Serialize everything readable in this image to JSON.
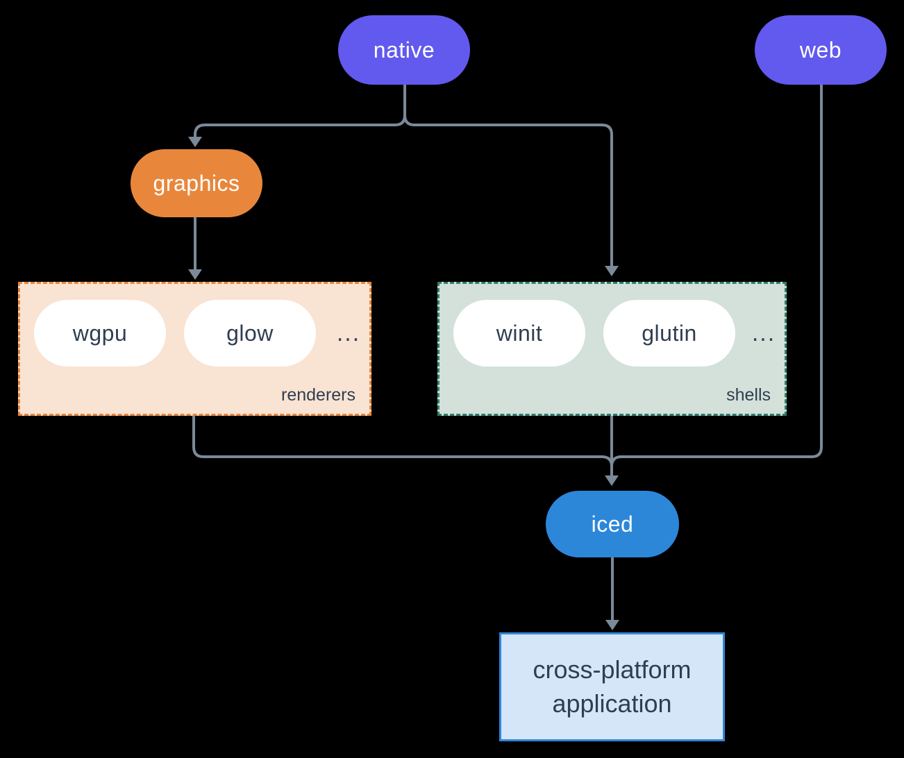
{
  "colors": {
    "bg": "#000000",
    "line": "#7b8a99",
    "purple": "#6259ee",
    "orange": "#e8873c",
    "blue": "#2c87d9",
    "slate-text": "#2f3e50",
    "renderers-bg": "#f9e3d3",
    "renderers-border": "#e8873c",
    "shells-bg": "#d3e1da",
    "shells-border": "#2f7d6d",
    "app-bg": "#d4e6f8",
    "app-border": "#2f88d9",
    "pill-white": "#ffffff"
  },
  "nodes": {
    "native": "native",
    "web": "web",
    "graphics": "graphics",
    "iced": "iced",
    "app": "cross-platform application"
  },
  "groups": {
    "renderers": {
      "label": "renderers",
      "items": [
        "wgpu",
        "glow"
      ],
      "more": "..."
    },
    "shells": {
      "label": "shells",
      "items": [
        "winit",
        "glutin"
      ],
      "more": "..."
    }
  }
}
